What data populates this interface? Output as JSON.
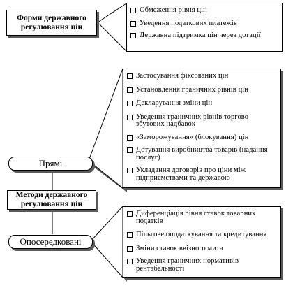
{
  "top": {
    "title": "Форми державного регулювання цін",
    "items": [
      "Обмеження рівня цін",
      "Уведення податкових платежів",
      "Державна підтримка цін через дотації"
    ]
  },
  "methods": {
    "title": "Методи державного регулювання цін",
    "direct": {
      "label": "Прямі",
      "items": [
        "Застосування фіксованих цін",
        "Установлення граничних рівнів цін",
        "Декларування зміни цін",
        "Уведення граничних рівнів торгово-збутових надбавок",
        "«Заморожування» (блокування) цін",
        "Дотування виробництва товарів (надання послуг)",
        "Укладання договорів про ціни між підприємствами та державою"
      ]
    },
    "indirect": {
      "label": "Опосередковані",
      "items": [
        "Диференціація рівня ставок товарних податків",
        "Пільгове оподаткування та кредитування",
        "Зміни ставок ввізного мита",
        "Уведення граничних нормативів рентабельності"
      ]
    }
  }
}
